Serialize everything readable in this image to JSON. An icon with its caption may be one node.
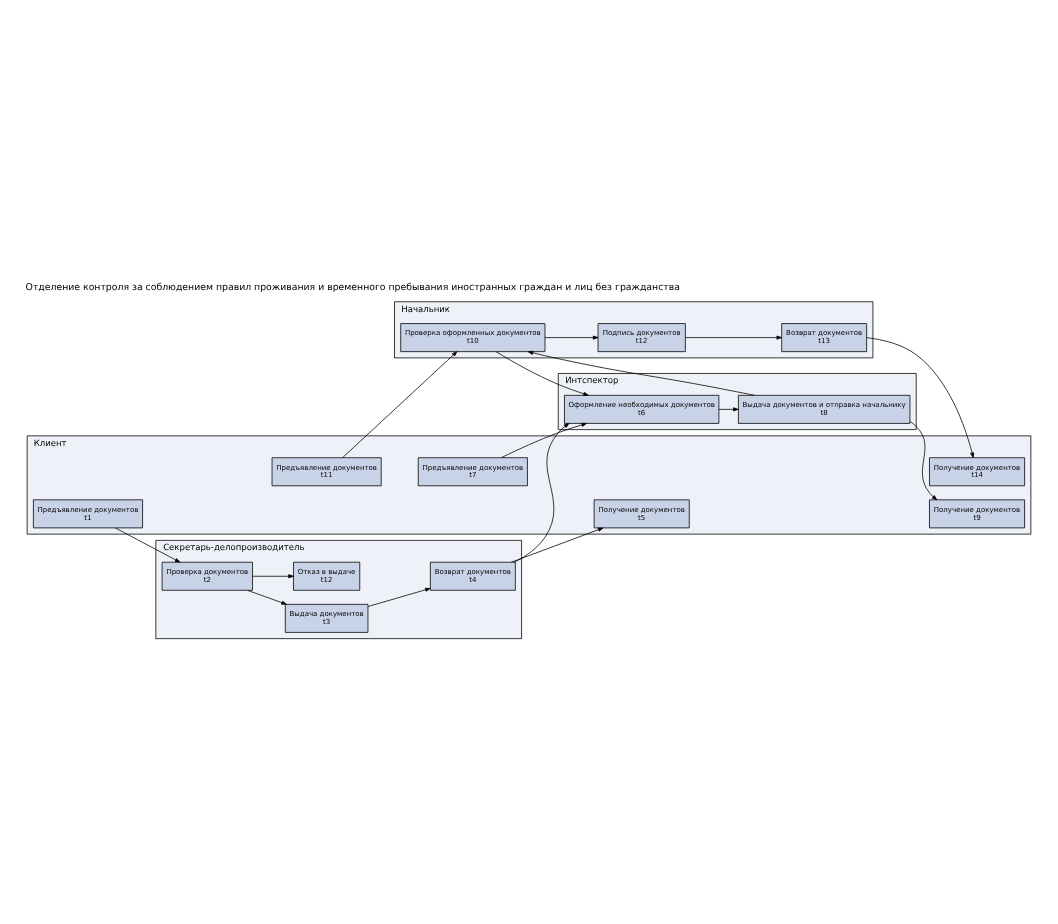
{
  "diagram": {
    "title": "Отделение контроля за соблюдением правил проживания и временного пребывания иностранных граждан и лиц без гражданства",
    "nodes": [
      {
        "text": [
          "Начальник"
        ]
      },
      {
        "text": [
          "Проверка оформленных документов",
          "t10"
        ],
        "in": 0
      },
      {
        "text": [
          "Подпись документов",
          "t12"
        ],
        "in": 0
      },
      {
        "text": [
          "Возврат документов",
          "t13"
        ],
        "in": 0
      },
      {
        "text": [
          "Интспектор"
        ]
      },
      {
        "text": [
          "Оформление необходимых документов",
          "t6"
        ],
        "in": 4
      },
      {
        "text": [
          "Выдача документов и отправка начальнику",
          "t8"
        ],
        "in": 4
      },
      {
        "text": [
          "Секретарь-делопроизводитель"
        ]
      },
      {
        "text": [
          "Проверка документов",
          "t2"
        ],
        "in": 7
      },
      {
        "text": [
          "Выдача документов",
          "t3"
        ],
        "in": 7
      },
      {
        "text": [
          "Возврат документов",
          "t4"
        ],
        "in": 7
      },
      {
        "text": [
          "Отказ в выдаче",
          "t12"
        ],
        "in": 7
      },
      {
        "text": [
          "Клиент"
        ]
      },
      {
        "text": [
          "Предъявление документов",
          "t1"
        ],
        "in": 12
      },
      {
        "text": [
          "Получение документов",
          "t5"
        ],
        "in": 12
      },
      {
        "text": [
          "Предъявление документов",
          "t7"
        ],
        "in": 12
      },
      {
        "text": [
          "Получение документов",
          "t9"
        ],
        "in": 12
      },
      {
        "text": [
          "Предъявление документов",
          "t11"
        ],
        "in": 12
      },
      {
        "text": [
          "Получение документов",
          "t14"
        ],
        "in": 12
      }
    ],
    "edges": [
      {
        "from": 13,
        "to": 8,
        "arrow": "to"
      },
      {
        "from": 8,
        "to": 9,
        "arrow": "to"
      },
      {
        "from": 9,
        "to": 10,
        "arrow": "to"
      },
      {
        "from": 10,
        "to": 14,
        "arrow": "to"
      },
      {
        "from": 10,
        "to": 5,
        "arrow": "to"
      },
      {
        "from": 15,
        "to": 5,
        "arrow": "to"
      },
      {
        "from": 1,
        "to": 5,
        "arrow": "to"
      },
      {
        "from": 5,
        "to": 6,
        "arrow": "to"
      },
      {
        "from": 6,
        "to": 1,
        "arrow": "to"
      },
      {
        "from": 6,
        "to": 16,
        "arrow": "to"
      },
      {
        "from": 17,
        "to": 1,
        "arrow": "to"
      },
      {
        "from": 1,
        "to": 2,
        "arrow": "to"
      },
      {
        "from": 2,
        "to": 3,
        "arrow": "to"
      },
      {
        "from": 3,
        "to": 18,
        "arrow": "to"
      },
      {
        "from": 8,
        "to": 11,
        "arrow": "to"
      }
    ]
  }
}
